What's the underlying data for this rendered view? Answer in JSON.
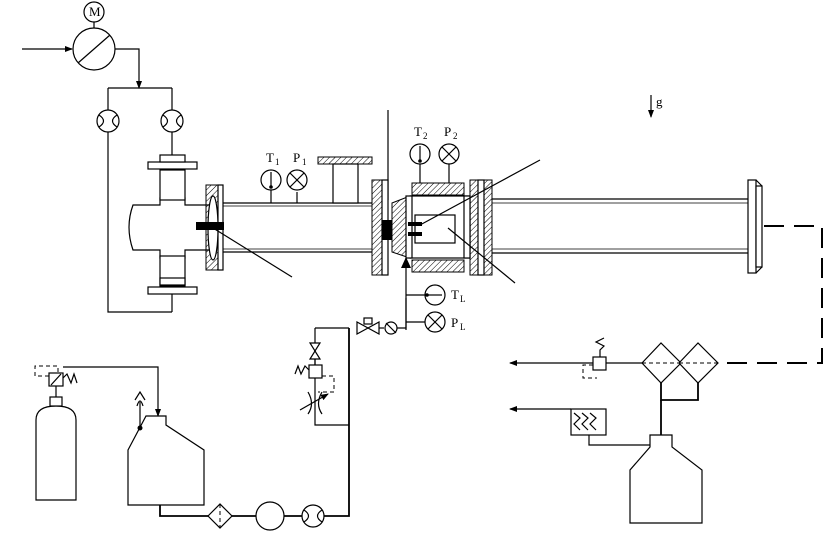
{
  "labels": {
    "motor": "M",
    "gravity": "g",
    "t1": "T",
    "t1_sub": "1",
    "p1": "P",
    "p1_sub": "1",
    "t2": "T",
    "t2_sub": "2",
    "p2": "P",
    "p2_sub": "2",
    "tl": "T",
    "tl_sub": "L",
    "pl": "P",
    "pl_sub": "L"
  }
}
